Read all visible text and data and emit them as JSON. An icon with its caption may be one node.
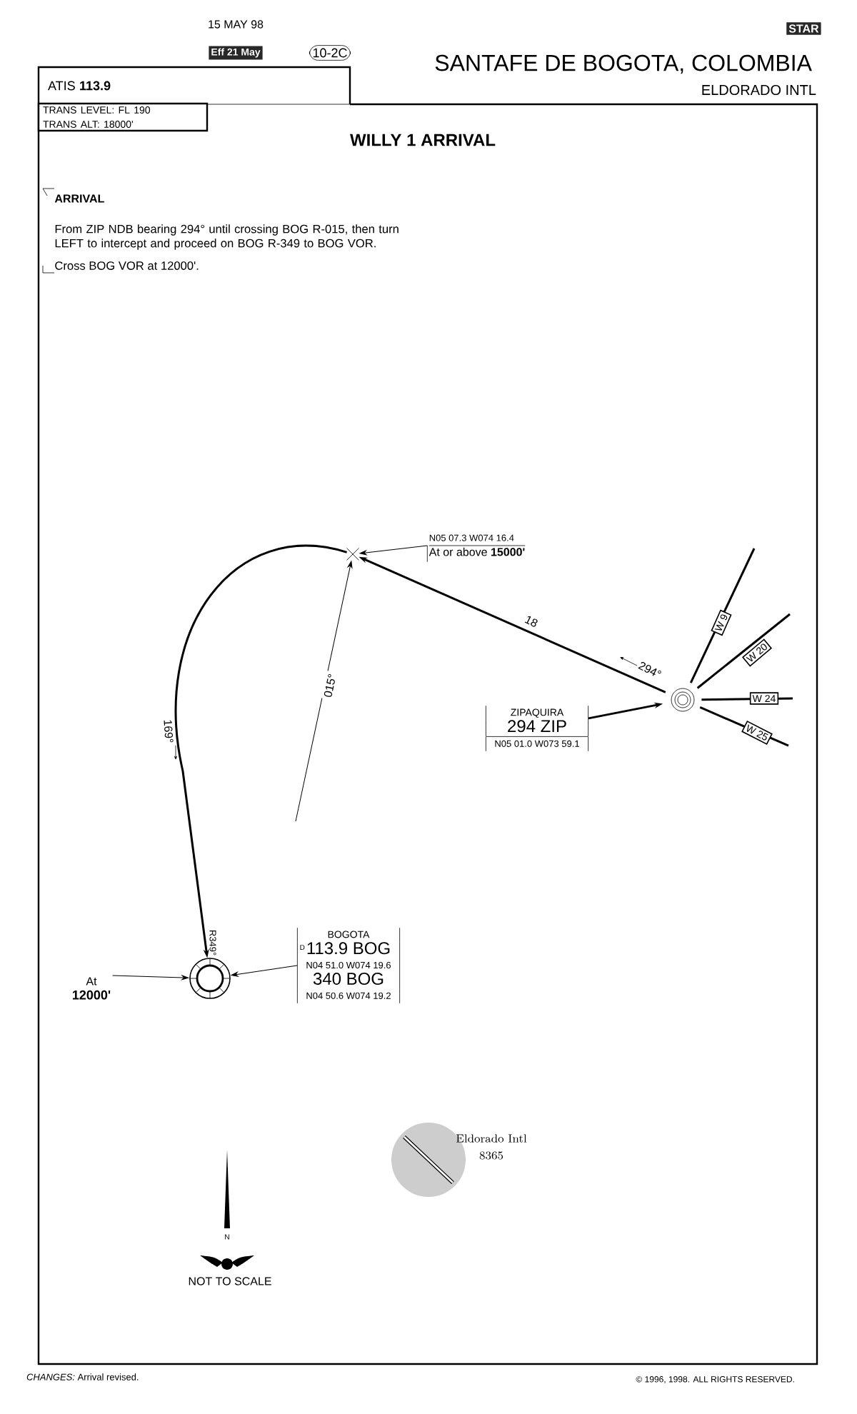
{
  "diagram": {
    "title": "WILLY 1 ARRIVAL",
    "nodes": [
      {
        "text": [
          "Eff 21 May"
        ]
      },
      {
        "text": [
          "10-2C"
        ]
      },
      {
        "text": [
          "STAR"
        ]
      },
      {
        "text": [
          "ATIS **113.9**"
        ]
      },
      {
        "text": [
          "TRANS LEVEL: FL 190",
          "TRANS ALT: 18000'"
        ]
      },
      {
        "text": [
          "N05 07.3 W074 16.4",
          "At or above **15000'**"
        ]
      },
      {
        "text": [],
        "shape": "cross"
      },
      {
        "text": [],
        "shape": "circle"
      },
      {
        "text": [
          "ZIPAQUIRA",
          "294 ZIP",
          "N05 01.0 W073 59.1"
        ]
      },
      {
        "text": [
          "BOGOTA",
          "D",
          "113.9 BOG",
          "N04 51.0 W074 19.6",
          "340 BOG",
          "N04 50.6 W074 19.2"
        ]
      },
      {
        "text": [
          "At",
          "12000'"
        ]
      },
      {
        "text": [],
        "shape": "circle"
      },
      {
        "text": [],
        "shape": "circle",
        "beside": [
          "Eldorado Intl",
          "8365"
        ]
      }
    ],
    "edges": [
      {
        "from": 5,
        "to": 6,
        "arrow": "to"
      },
      {
        "from": 7,
        "to": 6,
        "arrow": "to",
        "label": "18"
      },
      {
        "from": null,
        "to": 6,
        "arrow": "to",
        "label": "015°"
      },
      {
        "from": 6,
        "to": 11,
        "arrow": "to",
        "label": "169°"
      },
      {
        "from": 8,
        "to": 7,
        "arrow": "to"
      },
      {
        "from": 9,
        "to": 11,
        "arrow": "to"
      },
      {
        "from": 10,
        "to": 11,
        "arrow": "to"
      },
      {
        "from": 7,
        "to": null,
        "arrow": "none",
        "label": "W 9"
      },
      {
        "from": 7,
        "to": null,
        "arrow": "none",
        "label": "W 20"
      },
      {
        "from": 7,
        "to": null,
        "arrow": "none",
        "label": "W 24"
      },
      {
        "from": 7,
        "to": null,
        "arrow": "none",
        "label": "W 25"
      }
    ],
    "labels": [
      "15 MAY 98",
      "SANTAFE DE BOGOTA, COLOMBIA",
      "ELDORADO INTL",
      "ARRIVAL",
      "From ZIP NDB bearing 294° until crossing BOG R-015, then turn LEFT to intercept and proceed on BOG R-349 to BOG VOR.",
      "Cross BOG VOR at 12000'.",
      "294°",
      "R349°",
      "N",
      "NOT TO SCALE",
      "*CHANGES:* Arrival revised.",
      "© 1996, 1998. ALL RIGHTS RESERVED."
    ]
  }
}
